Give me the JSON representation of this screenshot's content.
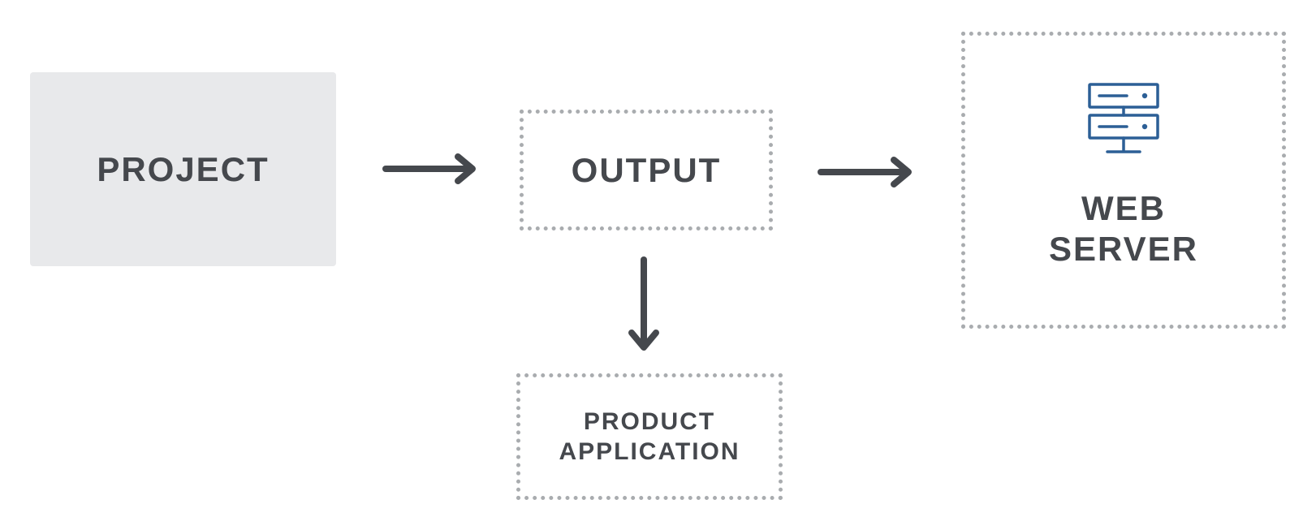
{
  "nodes": {
    "project": {
      "label": "PROJECT"
    },
    "output": {
      "label": "OUTPUT"
    },
    "product": {
      "line1": "PRODUCT",
      "line2": "APPLICATION"
    },
    "webserver": {
      "line1": "WEB",
      "line2": "SERVER",
      "icon": "server-icon"
    }
  },
  "edges": [
    {
      "from": "project",
      "to": "output"
    },
    {
      "from": "output",
      "to": "webserver"
    },
    {
      "from": "output",
      "to": "product"
    }
  ],
  "colors": {
    "text": "#45484d",
    "arrow": "#45484d",
    "solid_fill": "#e8e9eb",
    "dotted_border": "#a9acaf",
    "icon": "#2c5f96"
  }
}
